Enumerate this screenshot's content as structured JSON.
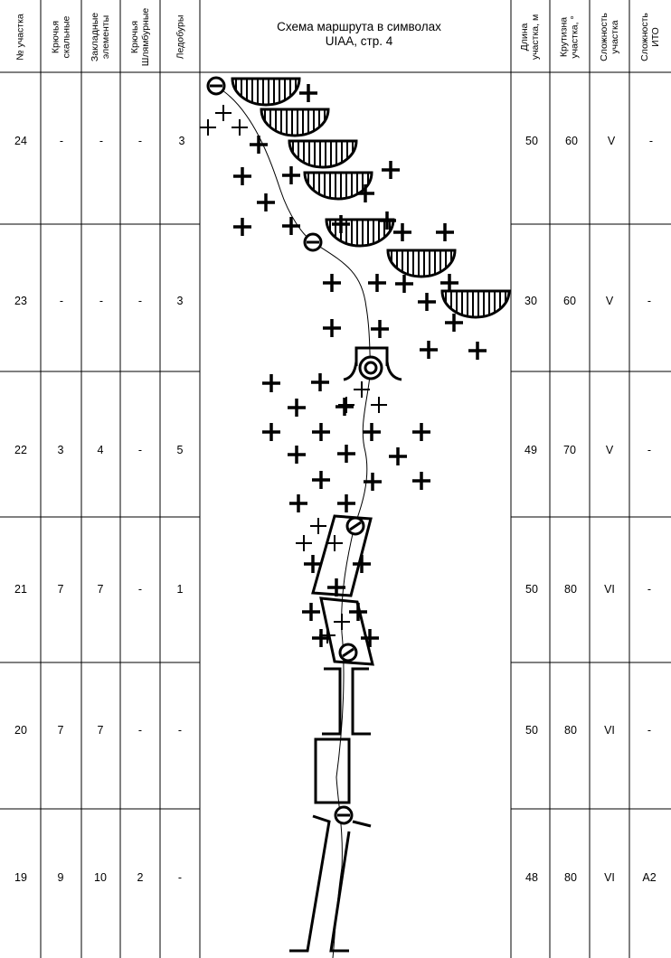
{
  "header": {
    "col_segment": "№ участка",
    "col_rock_pitons": "Крючья\nскальные",
    "col_chocks": "Закладные\nэлементы",
    "col_bolts": "Крючья\nШлямбурные",
    "col_ice_screws": "Ледобуры",
    "title_line1": "Схема маршрута в символах",
    "title_line2": "UIAA, стр. 4",
    "col_length": "Длина\nучастка, м",
    "col_steepness": "Крутизна\nучастка, °",
    "col_difficulty": "Сложность\nучастка",
    "col_aid": "Сложность\nИТО"
  },
  "rows": [
    {
      "num": "24",
      "rock": "-",
      "chocks": "-",
      "bolts": "-",
      "ice": "3",
      "length": "50",
      "steep": "60",
      "diff": "V",
      "aid": "-"
    },
    {
      "num": "23",
      "rock": "-",
      "chocks": "-",
      "bolts": "-",
      "ice": "3",
      "length": "30",
      "steep": "60",
      "diff": "V",
      "aid": "-"
    },
    {
      "num": "22",
      "rock": "3",
      "chocks": "4",
      "bolts": "-",
      "ice": "5",
      "length": "49",
      "steep": "70",
      "diff": "V",
      "aid": "-"
    },
    {
      "num": "21",
      "rock": "7",
      "chocks": "7",
      "bolts": "-",
      "ice": "1",
      "length": "50",
      "steep": "80",
      "diff": "VI",
      "aid": "-"
    },
    {
      "num": "20",
      "rock": "7",
      "chocks": "7",
      "bolts": "-",
      "ice": "-",
      "length": "50",
      "steep": "80",
      "diff": "VI",
      "aid": "-"
    },
    {
      "num": "19",
      "rock": "9",
      "chocks": "10",
      "bolts": "2",
      "ice": "-",
      "length": "48",
      "steep": "80",
      "diff": "VI",
      "aid": "A2"
    }
  ]
}
